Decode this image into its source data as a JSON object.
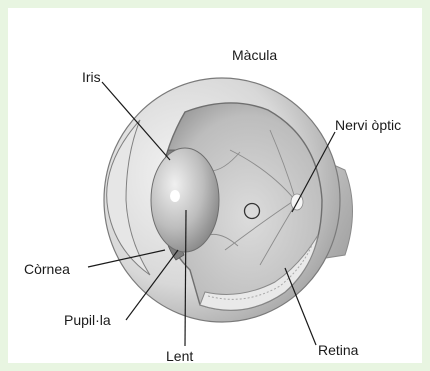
{
  "diagram": {
    "labels": {
      "macula": "Màcula",
      "iris": "Iris",
      "optic_nerve": "Nervi òptic",
      "cornea": "Còrnea",
      "pupil": "Pupil·la",
      "lens": "Lent",
      "retina": "Retina"
    }
  }
}
